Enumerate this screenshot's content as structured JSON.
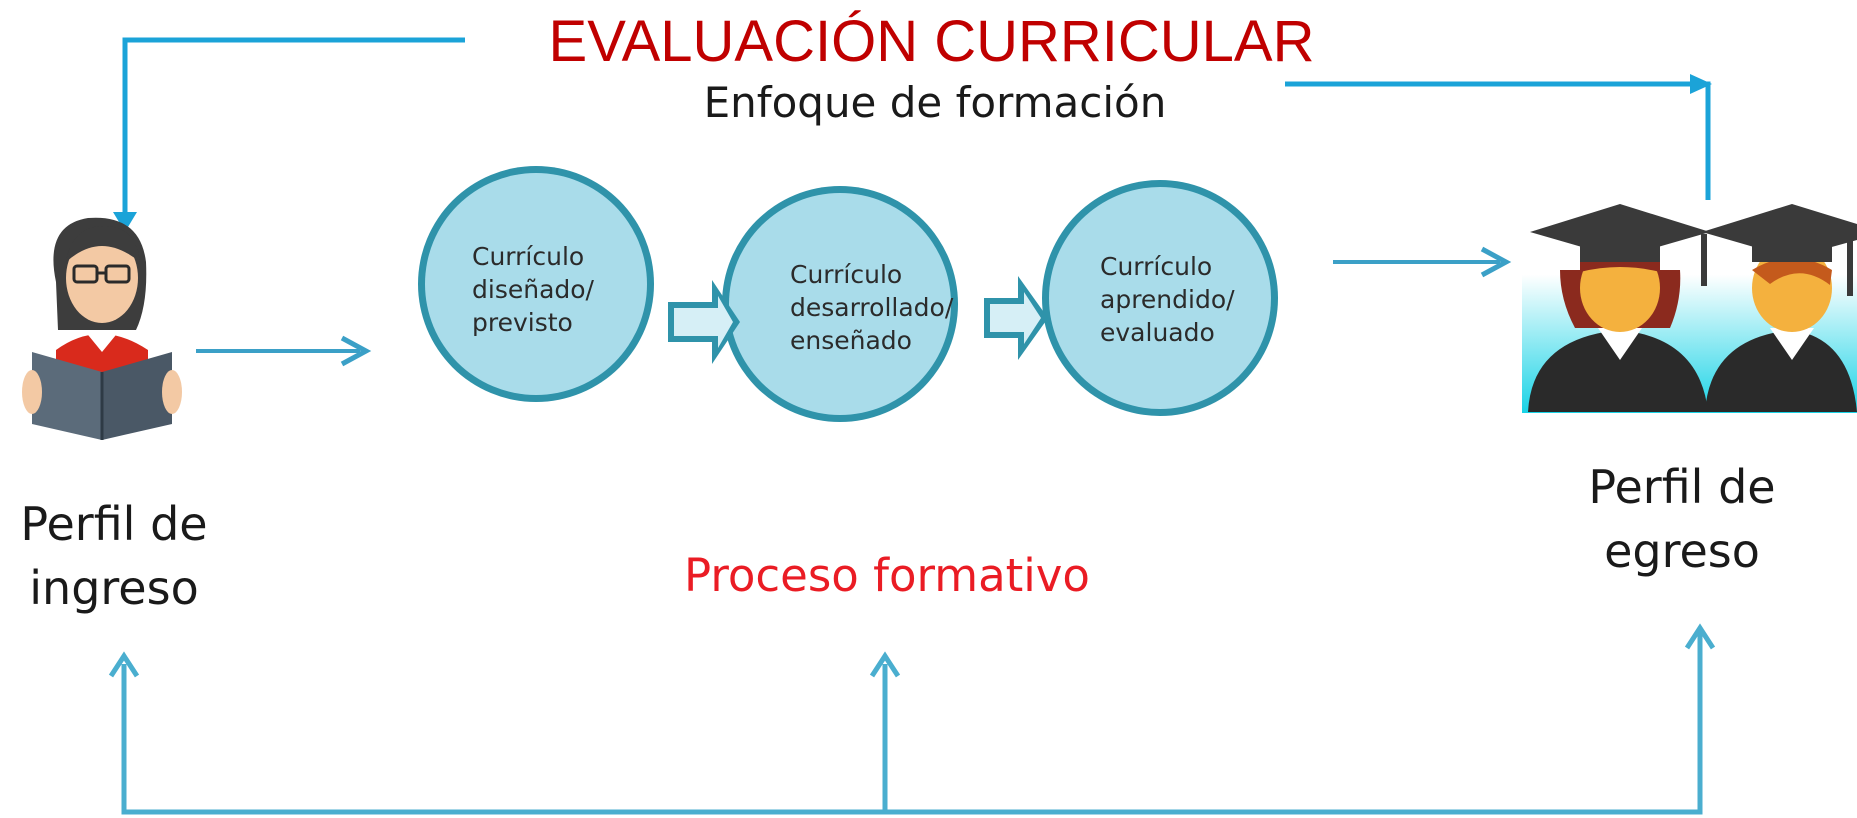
{
  "title": "EVALUACIÓN CURRICULAR",
  "subtitle": "Enfoque de formación",
  "circles": [
    {
      "label": "Currículo\ndiseñado/\nprevisto"
    },
    {
      "label": "Currículo\ndesarrollado/\nenseñado"
    },
    {
      "label": "Currículo\naprendido/\nevaluado"
    }
  ],
  "entry_profile": "Perfil de\ningreso",
  "exit_profile": "Perfil de\negreso",
  "process_label": "Proceso formativo",
  "colors": {
    "title": "#c00000",
    "process_label": "#ea1c24",
    "top_arrows": "#1ba3d8",
    "flow_arrows": "#3ba0c7",
    "circle_fill": "#a9dcea",
    "circle_border": "#2f93aa",
    "bottom_frame": "#4aaecf"
  },
  "icons": [
    "reader-icon",
    "graduates-icon"
  ]
}
